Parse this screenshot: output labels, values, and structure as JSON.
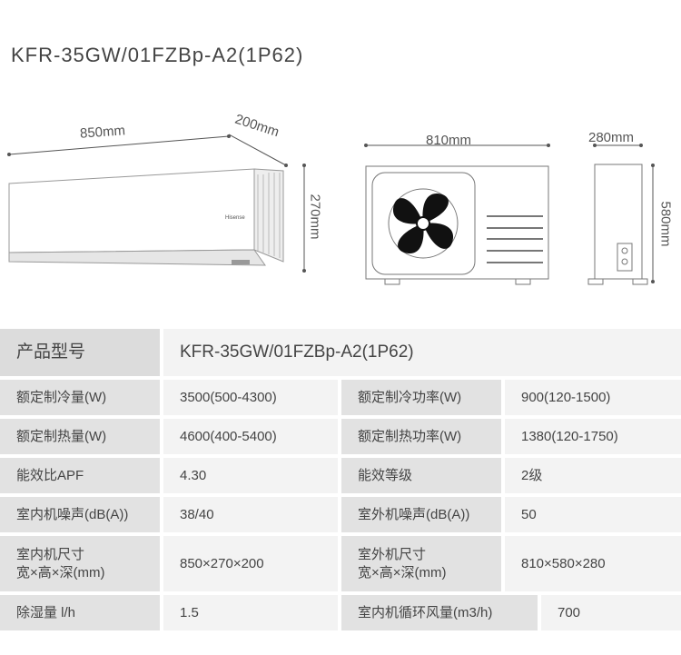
{
  "title": "KFR-35GW/01FZBp-A2(1P62)",
  "dims": {
    "indoor_width": "850mm",
    "indoor_depth": "200mm",
    "indoor_height": "270mm",
    "outdoor_width": "810mm",
    "outdoor_depth": "280mm",
    "outdoor_height": "580mm",
    "brand": "Hisense"
  },
  "spec": {
    "model_label": "产品型号",
    "model_value": "KFR-35GW/01FZBp-A2(1P62)",
    "rows": [
      {
        "k1": "额定制冷量(W)",
        "v1": "3500(500-4300)",
        "k2": "额定制冷功率(W)",
        "v2": "900(120-1500)"
      },
      {
        "k1": "额定制热量(W)",
        "v1": "4600(400-5400)",
        "k2": "额定制热功率(W)",
        "v2": "1380(120-1750)"
      },
      {
        "k1": "能效比APF",
        "v1": "4.30",
        "k2": "能效等级",
        "v2": "2级"
      },
      {
        "k1": "室内机噪声(dB(A))",
        "v1": "38/40",
        "k2": "室外机噪声(dB(A))",
        "v2": "50"
      },
      {
        "k1a": "室内机尺寸",
        "k1b": "宽×高×深(mm)",
        "v1": "850×270×200",
        "k2a": "室外机尺寸",
        "k2b": "宽×高×深(mm)",
        "v2": "810×580×280"
      },
      {
        "k1": "除湿量 l/h",
        "v1": "1.5",
        "k2": "室内机循环风量(m3/h)",
        "v2": "700"
      }
    ]
  }
}
